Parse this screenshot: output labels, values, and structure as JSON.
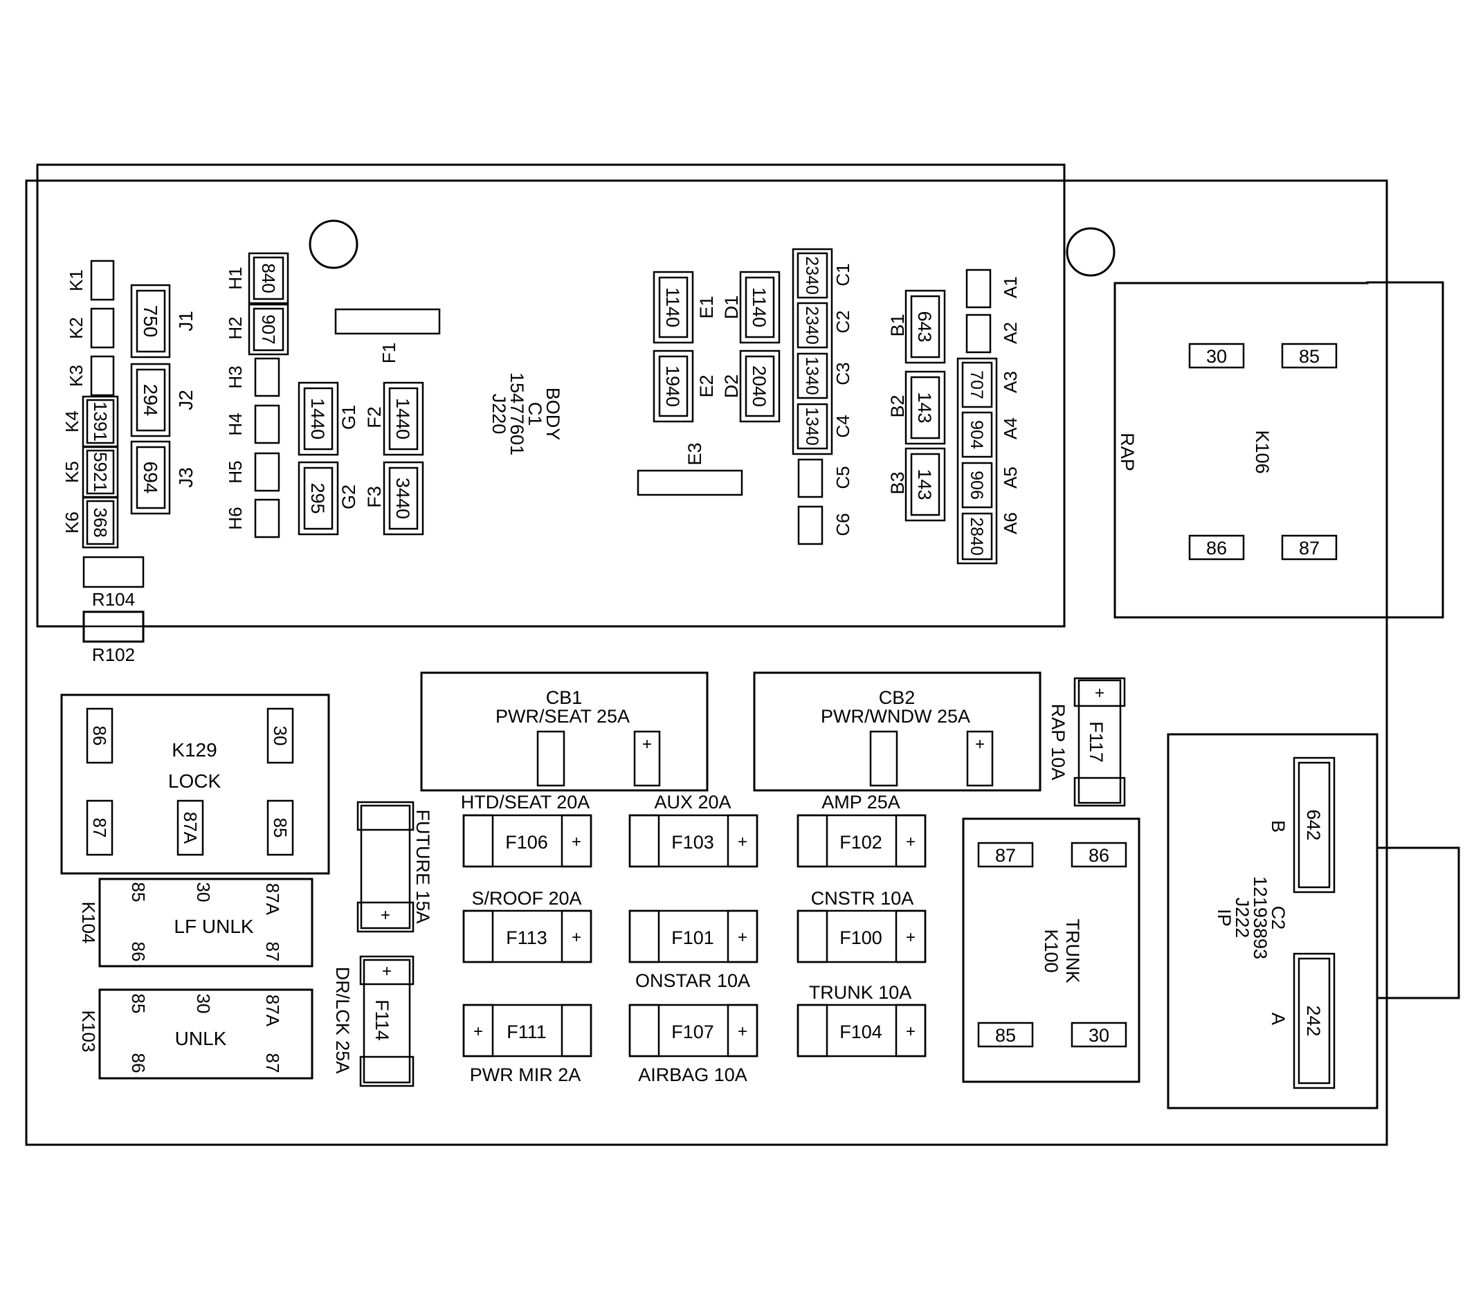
{
  "body_connector": {
    "lines": [
      "BODY",
      "C1",
      "15477601",
      "J220"
    ]
  },
  "ip_connector": {
    "lines": [
      "C2",
      "12193893",
      "J222",
      "IP"
    ],
    "row_b": "B",
    "row_a": "A",
    "value_b": "642",
    "value_a": "242"
  },
  "rap_relay": {
    "label": "RAP",
    "id": "K106",
    "pins": [
      "30",
      "85",
      "86",
      "87"
    ]
  },
  "trunk_relay": {
    "label": "TRUNK",
    "id": "K100",
    "pins": [
      "87",
      "86",
      "85",
      "30"
    ]
  },
  "lock_relay": {
    "id": "K129",
    "label": "LOCK",
    "pins": [
      "86",
      "30",
      "87",
      "87A",
      "85"
    ]
  },
  "lf_unlk_relay": {
    "id": "K104",
    "label": "LF UNLK",
    "pins": [
      "85",
      "30",
      "87A",
      "86",
      "87"
    ]
  },
  "unlk_relay": {
    "id": "K103",
    "label": "UNLK",
    "pins": [
      "85",
      "30",
      "87A",
      "86",
      "87"
    ]
  },
  "resistors": [
    {
      "id": "R104"
    },
    {
      "id": "R102"
    }
  ],
  "cavities_k": [
    {
      "id": "K1",
      "value": ""
    },
    {
      "id": "K2",
      "value": ""
    },
    {
      "id": "K3",
      "value": ""
    },
    {
      "id": "K4",
      "value": "1391"
    },
    {
      "id": "K5",
      "value": "5921"
    },
    {
      "id": "K6",
      "value": "368"
    }
  ],
  "cavities_j": [
    {
      "id": "J1",
      "value": "750"
    },
    {
      "id": "J2",
      "value": "294"
    },
    {
      "id": "J3",
      "value": "694"
    }
  ],
  "cavities_h": [
    {
      "id": "H1",
      "value": "840"
    },
    {
      "id": "H2",
      "value": "907"
    },
    {
      "id": "H3",
      "value": ""
    },
    {
      "id": "H4",
      "value": ""
    },
    {
      "id": "H5",
      "value": ""
    },
    {
      "id": "H6",
      "value": ""
    }
  ],
  "cavities_g": [
    {
      "id": "G1",
      "value": "1440"
    },
    {
      "id": "G2",
      "value": "295"
    }
  ],
  "cavities_f": [
    {
      "id": "F1",
      "value": ""
    },
    {
      "id": "F2",
      "value": "1440"
    },
    {
      "id": "F3",
      "value": "3440"
    }
  ],
  "cavities_e": [
    {
      "id": "E1",
      "value": "1140"
    },
    {
      "id": "E2",
      "value": "1940"
    },
    {
      "id": "E3",
      "value": ""
    }
  ],
  "cavities_d": [
    {
      "id": "D1",
      "value": "1140"
    },
    {
      "id": "D2",
      "value": "2040"
    }
  ],
  "cavities_c": [
    {
      "id": "C1",
      "value": "2340"
    },
    {
      "id": "C2",
      "value": "2340"
    },
    {
      "id": "C3",
      "value": "1340"
    },
    {
      "id": "C4",
      "value": "1340"
    },
    {
      "id": "C5",
      "value": ""
    },
    {
      "id": "C6",
      "value": ""
    }
  ],
  "cavities_b": [
    {
      "id": "B1",
      "value": "643"
    },
    {
      "id": "B2",
      "value": "143"
    },
    {
      "id": "B3",
      "value": "143"
    }
  ],
  "cavities_a": [
    {
      "id": "A1",
      "value": ""
    },
    {
      "id": "A2",
      "value": ""
    },
    {
      "id": "A3",
      "value": "707"
    },
    {
      "id": "A4",
      "value": "904"
    },
    {
      "id": "A5",
      "value": "906"
    },
    {
      "id": "A6",
      "value": "2840"
    }
  ],
  "circuit_breakers": [
    {
      "id": "CB1",
      "label": "PWR/SEAT 25A"
    },
    {
      "id": "CB2",
      "label": "PWR/WNDW 25A"
    }
  ],
  "fuses": [
    {
      "id": "F106",
      "label": "HTD/SEAT 20A"
    },
    {
      "id": "F103",
      "label": "AUX 20A"
    },
    {
      "id": "F102",
      "label": "AMP 25A"
    },
    {
      "id": "F113",
      "label": "S/ROOF 20A"
    },
    {
      "id": "F101",
      "label": "ONSTAR 10A"
    },
    {
      "id": "F100",
      "label": "CNSTR 10A"
    },
    {
      "id": "F111",
      "label": "PWR MIR 2A"
    },
    {
      "id": "F107",
      "label": "AIRBAG 10A"
    },
    {
      "id": "F104",
      "label": "TRUNK 10A"
    },
    {
      "id": "F117",
      "label": "RAP 10A"
    },
    {
      "id": "F114",
      "label": "DR/LCK 25A"
    },
    {
      "id": "FUTURE",
      "label": "FUTURE 15A"
    }
  ],
  "plus_symbol": "+"
}
